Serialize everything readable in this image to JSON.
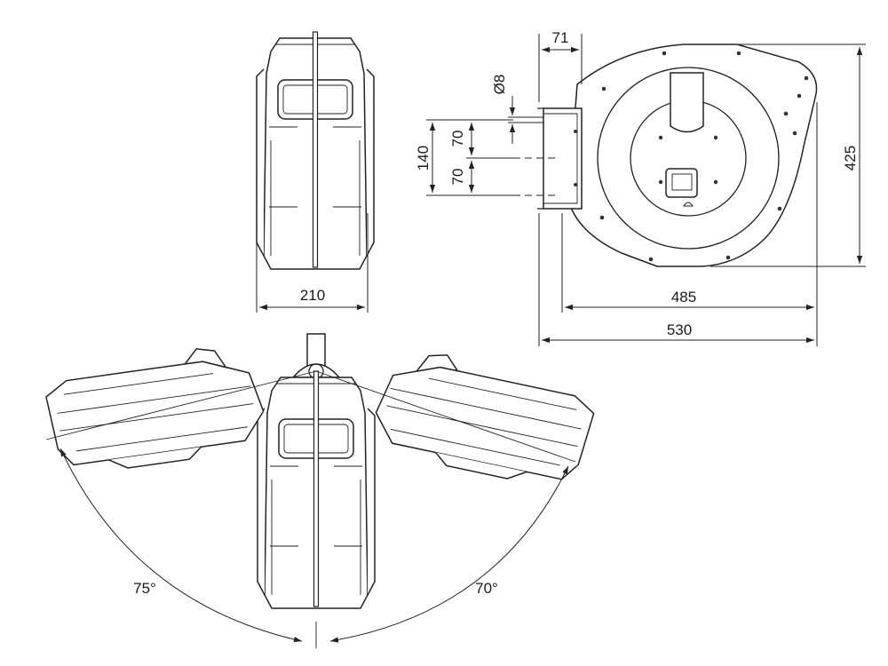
{
  "dimensions": {
    "width_210": "210",
    "width_485": "485",
    "width_530": "530",
    "height_425": "425",
    "offset_71": "71",
    "hole_d8": "Ø8",
    "spacing_140": "140",
    "spacing_70_upper": "70",
    "spacing_70_lower": "70"
  },
  "angles": {
    "left": "75°",
    "right": "70°"
  }
}
